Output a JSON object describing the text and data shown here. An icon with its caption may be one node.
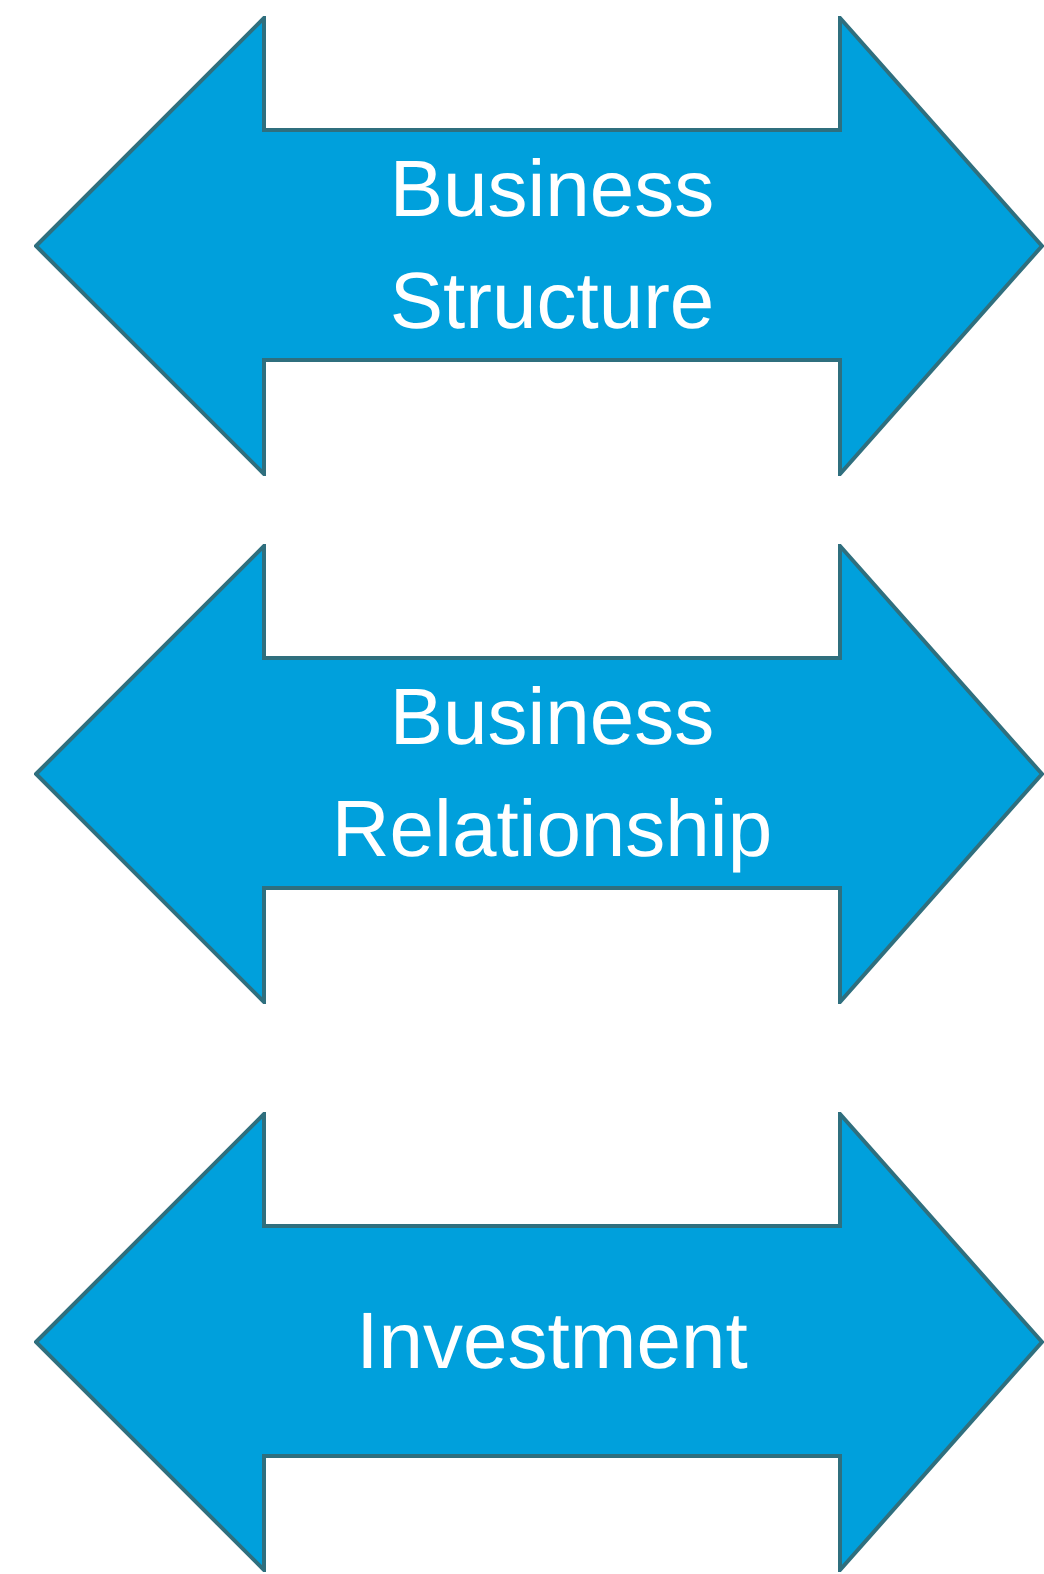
{
  "diagram": {
    "nodes": [
      {
        "text": [
          "Business Structure"
        ]
      },
      {
        "text": [
          "Business Relationship"
        ]
      },
      {
        "text": [
          "Investment"
        ]
      }
    ]
  }
}
